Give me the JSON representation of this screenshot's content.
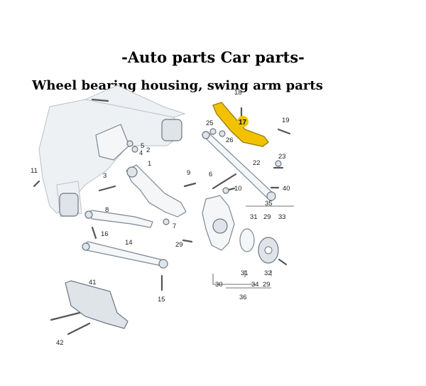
{
  "header": {
    "title": "-Auto parts Car parts-",
    "subtitle": "Wheel bearing housing, swing arm parts"
  },
  "diagram": {
    "highlight_color": "#f2c200",
    "callouts": {
      "c1": "1",
      "c2": "2",
      "c3": "3",
      "c4": "4",
      "c5": "5",
      "c6": "6",
      "c7": "7",
      "c8": "8",
      "c9": "9",
      "c10": "10",
      "c11": "11",
      "c14": "14",
      "c15": "15",
      "c16": "16",
      "c17": "17",
      "c18": "18",
      "c19": "19",
      "c22": "22",
      "c23": "23",
      "c25": "25",
      "c26": "26",
      "c29a": "29",
      "c29b": "29",
      "c29c": "29",
      "c30": "30",
      "c31a": "31",
      "c31b": "31",
      "c32": "32",
      "c33": "33",
      "c34": "34",
      "c35": "35",
      "c36": "36",
      "c40": "40",
      "c41": "41",
      "c42": "42"
    }
  }
}
